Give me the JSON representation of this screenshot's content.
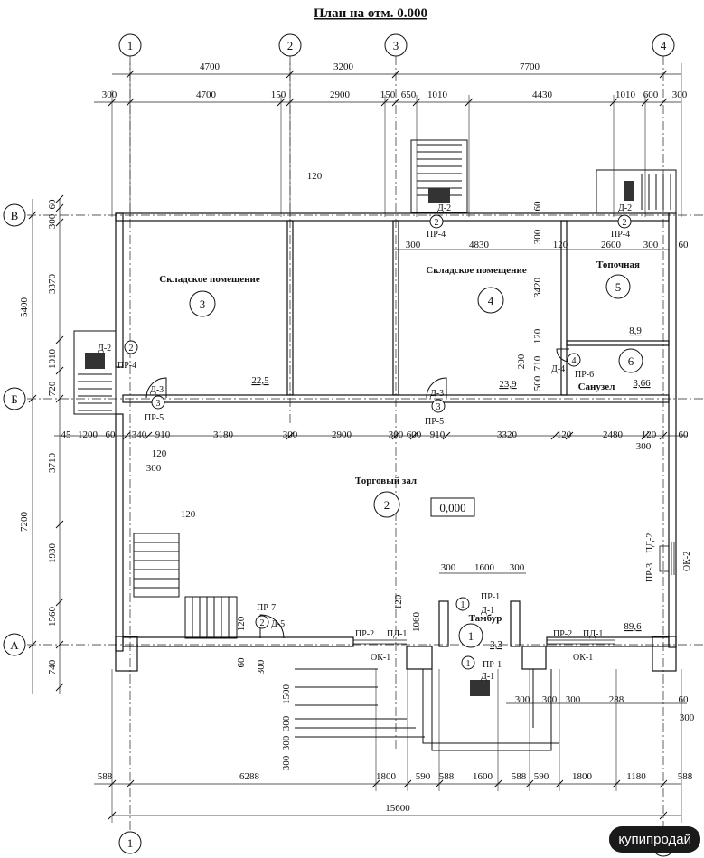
{
  "title": "План на отм. 0.000",
  "axes": {
    "v": [
      "1",
      "2",
      "3",
      "4"
    ],
    "h": [
      "В",
      "Б",
      "А"
    ]
  },
  "dims_top_row1": [
    "4700",
    "3200",
    "7700"
  ],
  "dims_top_row2": [
    "300",
    "4700",
    "150",
    "2900",
    "150",
    "650",
    "1010",
    "4430",
    "1010",
    "600",
    "300"
  ],
  "dims_bottom": [
    "588",
    "6288",
    "1800",
    "590",
    "588",
    "1600",
    "588",
    "590",
    "1800",
    "1180",
    "588"
  ],
  "dim_total": "15600",
  "dims_left_outer": [
    "5400",
    "7200"
  ],
  "dims_left_inner": [
    "60",
    "300",
    "3370",
    "1010",
    "720",
    "3710",
    "1930",
    "1560",
    "740"
  ],
  "dims_row_mid": [
    "45",
    "1200",
    "60",
    "340",
    "910",
    "3180",
    "300",
    "2900",
    "300",
    "600",
    "910",
    "3320",
    "120",
    "2480",
    "120",
    "60"
  ],
  "dims_mid_misc": [
    "120",
    "300",
    "120",
    "300",
    "60"
  ],
  "dims_room4": [
    "300",
    "4830",
    "120",
    "2600",
    "300",
    "60",
    "300",
    "60",
    "3420",
    "120",
    "200",
    "710",
    "500"
  ],
  "dims_tambur": [
    "300",
    "1600",
    "300",
    "1060",
    "120",
    "300",
    "300",
    "300",
    "288",
    "60",
    "300",
    "1500",
    "300",
    "300",
    "300",
    "120",
    "60",
    "300"
  ],
  "rooms": [
    {
      "name": "Складское помещение",
      "num": "3",
      "area": "22,5"
    },
    {
      "name": "Складское помещение",
      "num": "4",
      "area": "23,9"
    },
    {
      "name": "Топочная",
      "num": "5",
      "area": "8,9"
    },
    {
      "name": "Санузел",
      "num": "6",
      "area": "3,66"
    },
    {
      "name": "Торговый зал",
      "num": "2",
      "area": "89,6"
    },
    {
      "name": "Тамбур",
      "num": "1",
      "area": "3,3"
    }
  ],
  "level_mark": "0,000",
  "marks": {
    "d2": "Д-2",
    "pr4": "ПР-4",
    "d3": "Д-3",
    "pr5": "ПР-5",
    "d4": "Д-4",
    "pr6": "ПР-6",
    "pr7": "ПР-7",
    "d5": "Д-5",
    "pr1": "ПР-1",
    "d1": "Д-1",
    "pr2": "ПР-2",
    "pd1": "ПД-1",
    "ok1": "ОК-1",
    "pr3": "ПР-3",
    "pd2": "ПД-2",
    "ok2": "ОК-2"
  },
  "tag_nums": {
    "n1": "1",
    "n2": "2",
    "n3": "3",
    "n4": "4"
  },
  "watermark": "купипродай"
}
